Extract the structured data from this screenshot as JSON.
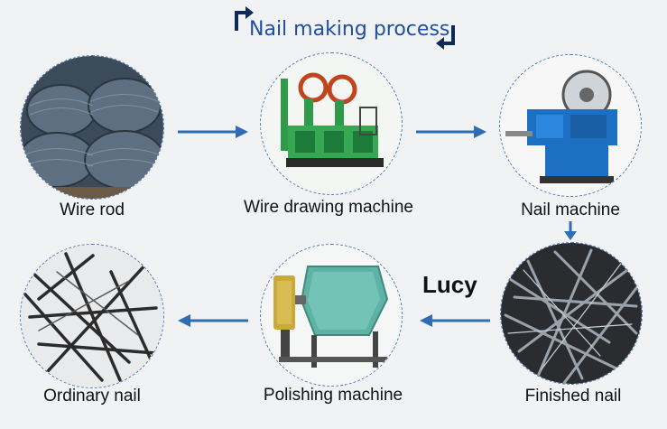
{
  "title": "Nail making process",
  "watermark": "Lucy",
  "colors": {
    "accent": "#1f4fa0",
    "arrow": "#2e6db3",
    "circle_border": "#4a78b8",
    "title_arrow": "#0d2a5a"
  },
  "steps": [
    {
      "label": "Wire rod",
      "image": "wire-rod-coils"
    },
    {
      "label": "Wire drawing machine",
      "image": "wire-drawing-machine"
    },
    {
      "label": "Nail machine",
      "image": "nail-making-machine"
    },
    {
      "label": "Finished nail",
      "image": "finished-nails-pile"
    },
    {
      "label": "Polishing machine",
      "image": "polishing-drum-machine"
    },
    {
      "label": "Ordinary nail",
      "image": "ordinary-nails-pile"
    }
  ]
}
